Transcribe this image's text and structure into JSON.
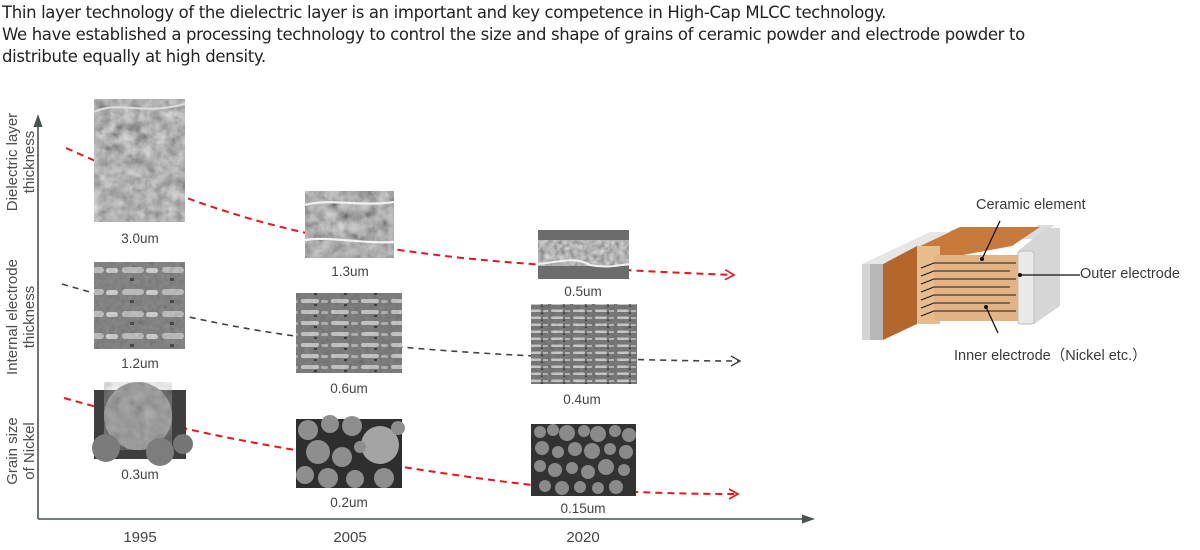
{
  "intro": {
    "line1": "Thin layer technology of the dielectric layer is an important and key competence in High-Cap MLCC technology.",
    "line2": "We have established a processing technology to control the size and shape of grains of ceramic powder and electrode powder to",
    "line3": "distribute equally at high density."
  },
  "chart": {
    "y_labels": [
      {
        "line1": "Dielectric layer",
        "line2": "thickness"
      },
      {
        "line1": "Internal electrode",
        "line2": "thickness"
      },
      {
        "line1": "Grain size",
        "line2": "of Nickel"
      }
    ],
    "years": [
      "1995",
      "2005",
      "2020"
    ],
    "rows": [
      {
        "name": "Dielectric layer thickness",
        "trend_color": "#e8141e",
        "values": [
          "3.0um",
          "1.3um",
          "0.5um"
        ]
      },
      {
        "name": "Internal electrode thickness",
        "trend_color": "#3c4444",
        "values": [
          "1.2um",
          "0.6um",
          "0.4um"
        ]
      },
      {
        "name": "Grain size of Nickel",
        "trend_color": "#e8141e",
        "values": [
          "0.3um",
          "0.2um",
          "0.15um"
        ]
      }
    ],
    "axis_color": "#4a5252"
  },
  "chart_data": {
    "type": "line",
    "title": "",
    "categories": [
      "1995",
      "2005",
      "2020"
    ],
    "series": [
      {
        "name": "Dielectric layer thickness (um)",
        "values": [
          3.0,
          1.3,
          0.5
        ]
      },
      {
        "name": "Internal electrode thickness (um)",
        "values": [
          1.2,
          0.6,
          0.4
        ]
      },
      {
        "name": "Grain size of Nickel (um)",
        "values": [
          0.3,
          0.2,
          0.15
        ]
      }
    ],
    "xlabel": "",
    "ylabel": "",
    "annotations": [
      "3.0um",
      "1.3um",
      "0.5um",
      "1.2um",
      "0.6um",
      "0.4um",
      "0.3um",
      "0.2um",
      "0.15um"
    ]
  },
  "mlcc": {
    "labels": {
      "ceramic": "Ceramic element",
      "outer": "Outer electrode",
      "inner": "Inner electrode（Nickel etc.）"
    },
    "colors": {
      "ceramic_top": "#c77a3c",
      "ceramic_side": "#b0632a",
      "ceramic_face": "#e2b485",
      "electrode": "#c8c8c8",
      "electrode_line": "#1a1a1a"
    }
  }
}
